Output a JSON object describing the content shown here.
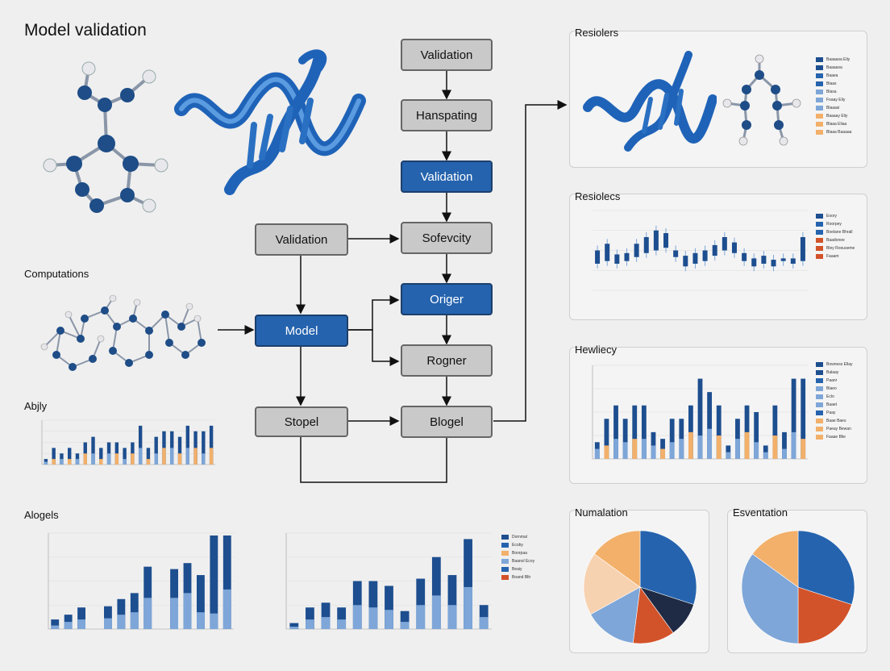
{
  "title": "Model validation",
  "labels": {
    "computations": "Computations",
    "abily": "Abjly",
    "alogels": "Alogels"
  },
  "flow": {
    "nodes": [
      {
        "id": "n1",
        "label": "Validation",
        "style": "gray"
      },
      {
        "id": "n2",
        "label": "Hanspating",
        "style": "gray"
      },
      {
        "id": "n3",
        "label": "Validation",
        "style": "blue"
      },
      {
        "id": "n4",
        "label": "Sofevcity",
        "style": "gray"
      },
      {
        "id": "n5",
        "label": "Validation",
        "style": "gray"
      },
      {
        "id": "n6",
        "label": "Origer",
        "style": "blue"
      },
      {
        "id": "n7",
        "label": "Model",
        "style": "blue"
      },
      {
        "id": "n8",
        "label": "Rogner",
        "style": "gray"
      },
      {
        "id": "n9",
        "label": "Stopel",
        "style": "gray"
      },
      {
        "id": "n10",
        "label": "Blogel",
        "style": "gray"
      }
    ]
  },
  "panels": {
    "resiolers": {
      "title": "Resiolers"
    },
    "resiolecs": {
      "title": "Resiolecs"
    },
    "hewliecy": {
      "title": "Hewliecy"
    },
    "numalation": {
      "title": "Numalation"
    },
    "esventation": {
      "title": "Esventation"
    }
  },
  "colors": {
    "blue": "#2563ae",
    "dark_blue": "#1d4e8f",
    "light_blue": "#7ea6d8",
    "orange": "#f2b06a",
    "red_orange": "#d2522a",
    "gray_node": "#c9c9c9"
  },
  "chart_data": [
    {
      "type": "bar",
      "name_ref": "abily-chart",
      "series": [
        {
          "values": [
            1,
            3,
            2,
            3,
            2,
            4,
            5,
            3,
            4,
            4,
            3,
            4,
            7,
            3,
            5,
            6,
            6,
            5,
            7,
            6,
            6,
            7
          ]
        },
        {
          "values": [
            0.5,
            1,
            1,
            1,
            1,
            2,
            2,
            1,
            2,
            2,
            1,
            2,
            3,
            1,
            2,
            3,
            3,
            2,
            3,
            3,
            2,
            3
          ]
        }
      ],
      "ylim": [
        0,
        8
      ]
    },
    {
      "type": "bar",
      "name_ref": "alogels-chart",
      "series": [
        {
          "values": [
            800,
            1200,
            1800,
            0,
            1900,
            2500,
            3000,
            5200,
            0,
            5000,
            5500,
            4500,
            7800,
            7800
          ]
        },
        {
          "values": [
            300,
            600,
            800,
            0,
            900,
            1200,
            1400,
            2600,
            0,
            2600,
            3000,
            1400,
            1300,
            3300
          ]
        }
      ],
      "ylim": [
        0,
        8000
      ]
    },
    {
      "type": "bar",
      "name_ref": "center-bar-chart",
      "series": [
        {
          "values": [
            5,
            18,
            22,
            18,
            40,
            40,
            36,
            15,
            42,
            60,
            45,
            75,
            20
          ]
        },
        {
          "values": [
            2,
            8,
            10,
            8,
            20,
            18,
            16,
            6,
            20,
            28,
            20,
            35,
            10
          ]
        }
      ],
      "legend": [
        "Dornmal",
        "Ecoby",
        "Boorpaa",
        "Baanol Ecoy",
        "Beaiy",
        "Boand Bltr"
      ],
      "ylim": [
        0,
        80
      ]
    },
    {
      "type": "bar",
      "name_ref": "resiolecs-candles",
      "series": [
        {
          "values": [
            [
              20,
              30
            ],
            [
              22,
              35
            ],
            [
              20,
              27
            ],
            [
              22,
              28
            ],
            [
              25,
              35
            ],
            [
              28,
              40
            ],
            [
              30,
              45
            ],
            [
              32,
              43
            ],
            [
              25,
              30
            ],
            [
              18,
              26
            ],
            [
              20,
              28
            ],
            [
              22,
              30
            ],
            [
              26,
              34
            ],
            [
              30,
              40
            ],
            [
              28,
              36
            ],
            [
              22,
              28
            ],
            [
              18,
              24
            ],
            [
              20,
              26
            ],
            [
              18,
              23
            ],
            [
              22,
              24
            ],
            [
              20,
              24
            ],
            [
              22,
              40
            ]
          ]
        }
      ],
      "legend": [
        "Eoory",
        "Roorpey",
        "Boelane Bhrall",
        "Baadonee",
        "Bley Roouseme",
        "Faaam"
      ],
      "ylim": [
        0,
        60
      ]
    },
    {
      "type": "bar",
      "name_ref": "hewliecy-chart",
      "series": [
        {
          "values": [
            5,
            12,
            16,
            12,
            16,
            16,
            8,
            6,
            12,
            12,
            16,
            24,
            20,
            16,
            4,
            12,
            16,
            14,
            4,
            16,
            8,
            24,
            24
          ]
        },
        {
          "values": [
            3,
            4,
            6,
            5,
            6,
            6,
            4,
            3,
            5,
            6,
            8,
            7,
            9,
            7,
            2,
            6,
            8,
            5,
            2,
            7,
            3,
            8,
            6
          ]
        }
      ],
      "legend": [
        "Bowness Ellay",
        "Balaay",
        "Paanr",
        "Blaeo",
        "Eclo",
        "Baaet",
        "Paay",
        "Baae Baes",
        "Paeay Bewan",
        "Faaae Blie"
      ],
      "ylim": [
        0,
        28
      ]
    },
    {
      "type": "pie",
      "name_ref": "numalation-pie",
      "values": [
        30,
        10,
        12,
        15,
        18,
        15
      ],
      "colors": [
        "#2563ae",
        "#1f2a44",
        "#d2522a",
        "#7ea6d8",
        "#f7d2b0",
        "#f2b06a"
      ]
    },
    {
      "type": "pie",
      "name_ref": "esventation-pie",
      "values": [
        30,
        20,
        35,
        15
      ],
      "colors": [
        "#2563ae",
        "#d2522a",
        "#7ea6d8",
        "#f2b06a"
      ]
    }
  ],
  "legend_resiolers": [
    "Baaaasa Eliy",
    "Baaaasa",
    "Baaea",
    "Blaas",
    "Blasa",
    "Foaay Eliy",
    "Blaaasi",
    "Baaaay Eliy",
    "Blaaa Eliaa",
    "Blaaa Baaaaa"
  ]
}
